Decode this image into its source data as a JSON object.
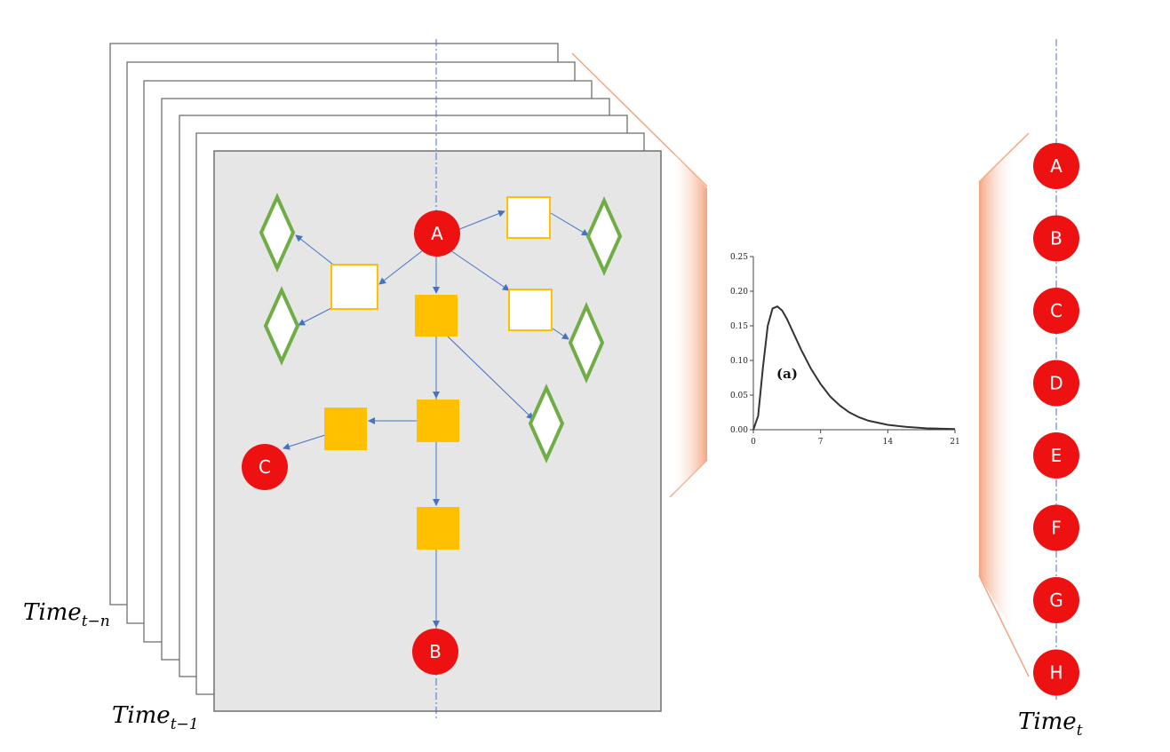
{
  "diagram": {
    "graph_nodes": [
      {
        "id": "A",
        "label": "A"
      },
      {
        "id": "B",
        "label": "B"
      },
      {
        "id": "C",
        "label": "C"
      }
    ],
    "time_labels": {
      "t_minus_n": {
        "base": "Time",
        "sub": "t−n"
      },
      "t_minus_1": {
        "base": "Time",
        "sub": "t−1"
      },
      "t": {
        "base": "Time",
        "sub": "t"
      }
    },
    "output_nodes": [
      "A",
      "B",
      "C",
      "D",
      "E",
      "F",
      "G",
      "H"
    ],
    "colors": {
      "node_red": "#ee1111",
      "square_gold": "#ffc000",
      "diamond_green": "#70ad47",
      "arrow_blue": "#4472c4",
      "frame_gray": "#e6e6e6",
      "wedge_orange": "#f4a582"
    }
  },
  "chart_data": {
    "type": "line",
    "annotation": "(a)",
    "x_ticks": [
      "0",
      "7",
      "14",
      "21"
    ],
    "y_ticks": [
      "0.00",
      "0.05",
      "0.10",
      "0.15",
      "0.20",
      "0.25"
    ],
    "xlim": [
      0,
      21
    ],
    "ylim": [
      0,
      0.25
    ],
    "series": [
      {
        "x": [
          0,
          0.5,
          1,
          1.5,
          2,
          2.5,
          3,
          3.5,
          4,
          5,
          6,
          7,
          8,
          9,
          10,
          11,
          12,
          14,
          16,
          18,
          21
        ],
        "y": [
          0,
          0.02,
          0.09,
          0.15,
          0.175,
          0.178,
          0.172,
          0.16,
          0.145,
          0.115,
          0.088,
          0.066,
          0.048,
          0.035,
          0.025,
          0.018,
          0.013,
          0.007,
          0.004,
          0.002,
          0.001
        ]
      }
    ]
  }
}
